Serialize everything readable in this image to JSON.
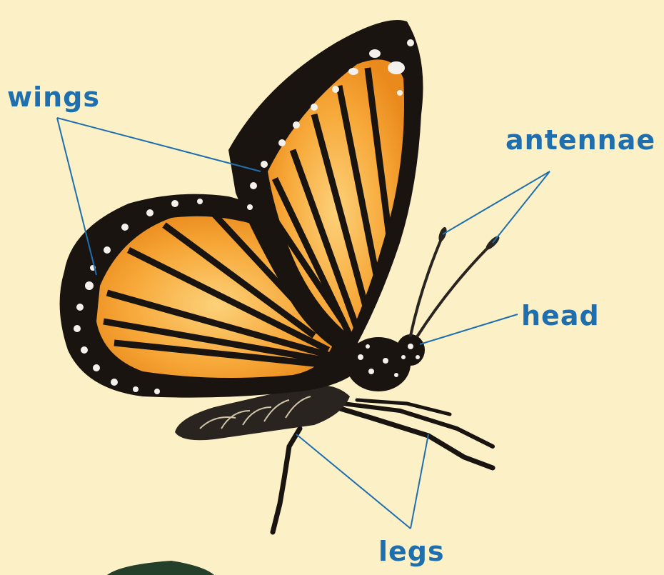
{
  "labels": {
    "wings": "wings",
    "antennae": "antennae",
    "head": "head",
    "legs": "legs"
  },
  "colors": {
    "background": "#fbf0c6",
    "label_text": "#1f6fae",
    "leader_lines": "#1f6fae",
    "wing_orange": "#f5a623",
    "wing_border": "#1a1411"
  }
}
